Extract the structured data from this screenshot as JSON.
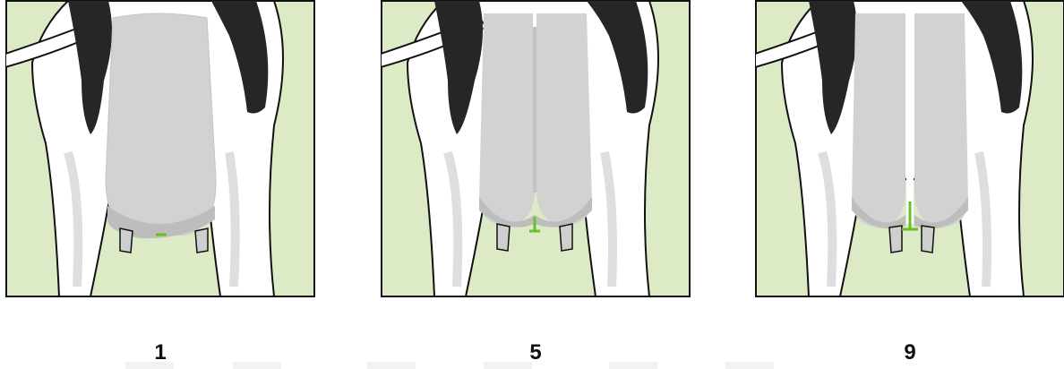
{
  "panels": [
    {
      "label": "1",
      "udder_separation": "none"
    },
    {
      "label": "5",
      "udder_separation": "medium"
    },
    {
      "label": "9",
      "udder_separation": "strong"
    }
  ],
  "colors": {
    "background": "#dcebc5",
    "black_patch": "#262626",
    "udder": "#d2d2d2",
    "udder_shadow": "#bdbdbd",
    "ligament_marker": "#6abf2a",
    "outline": "#111111"
  }
}
